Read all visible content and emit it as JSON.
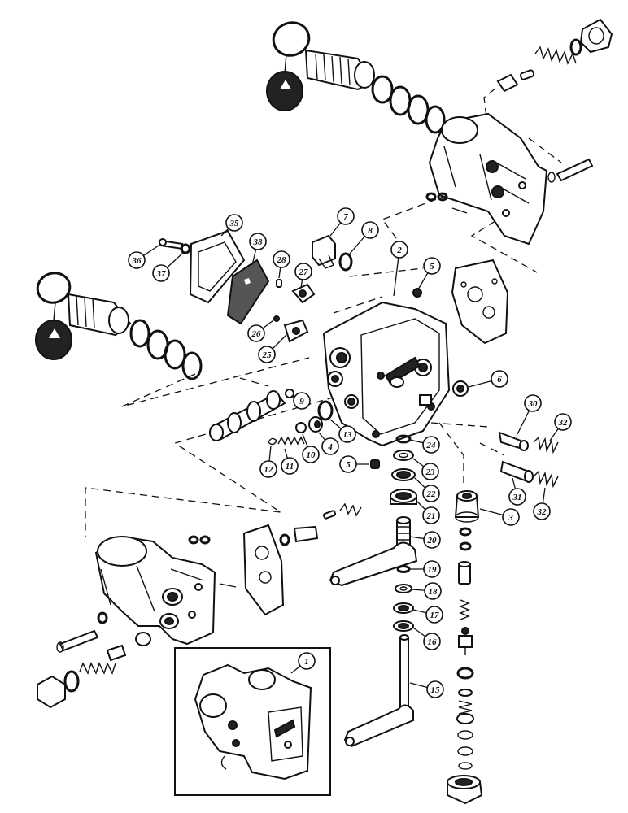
{
  "callouts": [
    {
      "id": "c1",
      "label": "1"
    },
    {
      "id": "c2",
      "label": "2"
    },
    {
      "id": "c3",
      "label": "3"
    },
    {
      "id": "c4",
      "label": "4"
    },
    {
      "id": "c5a",
      "label": "5"
    },
    {
      "id": "c5b",
      "label": "5"
    },
    {
      "id": "c6",
      "label": "6"
    },
    {
      "id": "c7",
      "label": "7"
    },
    {
      "id": "c8",
      "label": "8"
    },
    {
      "id": "c9",
      "label": "9"
    },
    {
      "id": "c10",
      "label": "10"
    },
    {
      "id": "c11",
      "label": "11"
    },
    {
      "id": "c12",
      "label": "12"
    },
    {
      "id": "c13",
      "label": "13"
    },
    {
      "id": "c15",
      "label": "15"
    },
    {
      "id": "c16",
      "label": "16"
    },
    {
      "id": "c17",
      "label": "17"
    },
    {
      "id": "c18",
      "label": "18"
    },
    {
      "id": "c19",
      "label": "19"
    },
    {
      "id": "c20",
      "label": "20"
    },
    {
      "id": "c21",
      "label": "21"
    },
    {
      "id": "c22",
      "label": "22"
    },
    {
      "id": "c23",
      "label": "23"
    },
    {
      "id": "c24",
      "label": "24"
    },
    {
      "id": "c25",
      "label": "25"
    },
    {
      "id": "c26",
      "label": "26"
    },
    {
      "id": "c27",
      "label": "27"
    },
    {
      "id": "c28",
      "label": "28"
    },
    {
      "id": "c30",
      "label": "30"
    },
    {
      "id": "c31",
      "label": "31"
    },
    {
      "id": "c32a",
      "label": "32"
    },
    {
      "id": "c32b",
      "label": "32"
    },
    {
      "id": "c35",
      "label": "35"
    },
    {
      "id": "c36",
      "label": "36"
    },
    {
      "id": "c37",
      "label": "37"
    },
    {
      "id": "c38",
      "label": "38"
    }
  ]
}
